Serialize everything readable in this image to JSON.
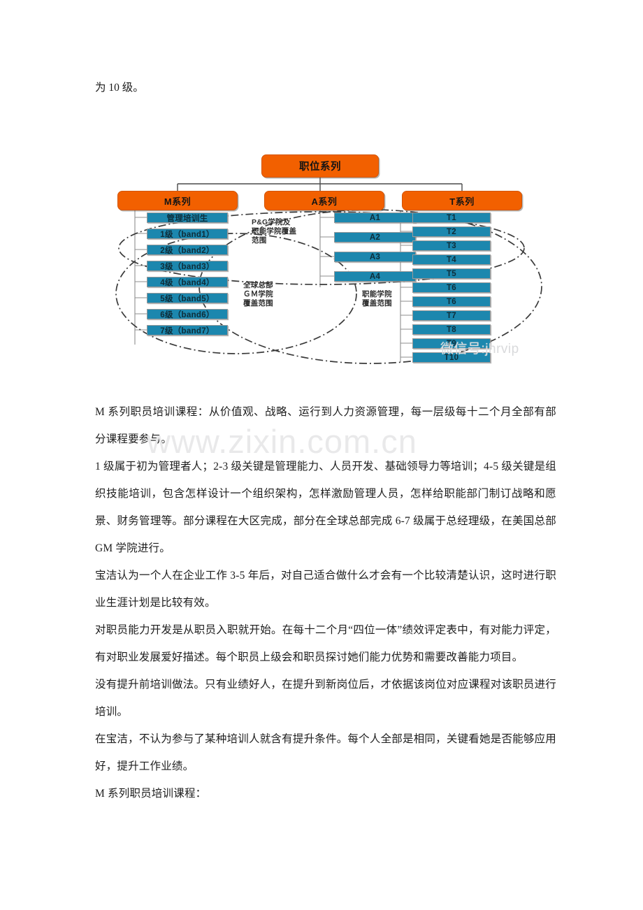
{
  "document": {
    "intro_line": "为 10 级。",
    "paragraphs": [
      "M 系列职员培训课程：从价值观、战略、运行到人力资源管理，每一层级每十二个月全部有部分课程要参与。",
      "1 级属于初为管理者人；2-3 级关键是管理能力、人员开发、基础领导力等培训；4-5 级关键是组织技能培训，包含怎样设计一个组织架构，怎样激励管理人员，怎样给职能部门制订战略和愿景、财务管理等。部分课程在大区完成，部分在全球总部完成 6-7 级属于总经理级，在美国总部 GM 学院进行。",
      "宝洁认为一个人在企业工作 3-5 年后，对自己适合做什么才会有一个比较清楚认识，这时进行职业生涯计划是比较有效。",
      "对职员能力开发是从职员入职就开始。在每十二个月“四位一体”绩效评定表中，有对能力评定，有对职业发展爱好描述。每个职员上级会和职员探讨她们能力优势和需要改善能力项目。",
      "没有提升前培训做法。只有业绩好人，在提升到新岗位后，才依据该岗位对应课程对该职员进行培训。",
      "在宝洁，不认为参与了某种培训人就含有提升条件。每个人全部是相同，关键看她是否能够应用好，提升工作业绩。",
      "M 系列职员培训课程："
    ]
  },
  "watermarks": {
    "site": "www.zixin.com.cn",
    "wechat": "微信号:jhrvip"
  },
  "diagram": {
    "root": {
      "label": "职位系列"
    },
    "branches": [
      {
        "id": "m",
        "label": "M系列"
      },
      {
        "id": "a",
        "label": "A系列"
      },
      {
        "id": "t",
        "label": "T系列"
      }
    ],
    "m_levels": [
      "管理培训生",
      "1级（band1）",
      "2级（band2）",
      "3级（band3）",
      "4级（band4）",
      "5级（band5）",
      "6级（band6）",
      "7级（band7）"
    ],
    "a_levels": [
      "A1",
      "A2",
      "A3",
      "A4"
    ],
    "t_levels": [
      "T1",
      "T2",
      "T3",
      "T4",
      "T5",
      "T6",
      "T6",
      "T7",
      "T8",
      "T9",
      "T10"
    ],
    "annotations": [
      {
        "id": "pg",
        "text": "P&G学院及\n职能学院覆盖\n范围"
      },
      {
        "id": "gm",
        "text": "全球总部\nＧＭ学院\n覆盖范围"
      },
      {
        "id": "fun",
        "text": "职能学院\n覆盖范围"
      }
    ],
    "colors": {
      "orange": "#F26000",
      "teal": "#1C87AE",
      "connector": "#555555",
      "ellipse": "#3a3a3a"
    }
  }
}
